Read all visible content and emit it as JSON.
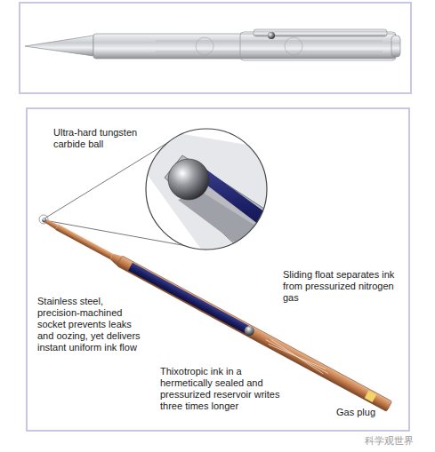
{
  "diagram": {
    "labels": [
      "Ultra-hard tungsten carbide ball",
      "Sliding float separates ink from pressurized nitrogen gas",
      "Stainless steel, precision-machined socket prevents leaks and oozing, yet delivers instant uniform ink flow",
      "Thixotropic ink in a hermetically sealed and pressurized reservoir writes three times longer",
      "Gas plug",
      "科学观世界"
    ]
  }
}
